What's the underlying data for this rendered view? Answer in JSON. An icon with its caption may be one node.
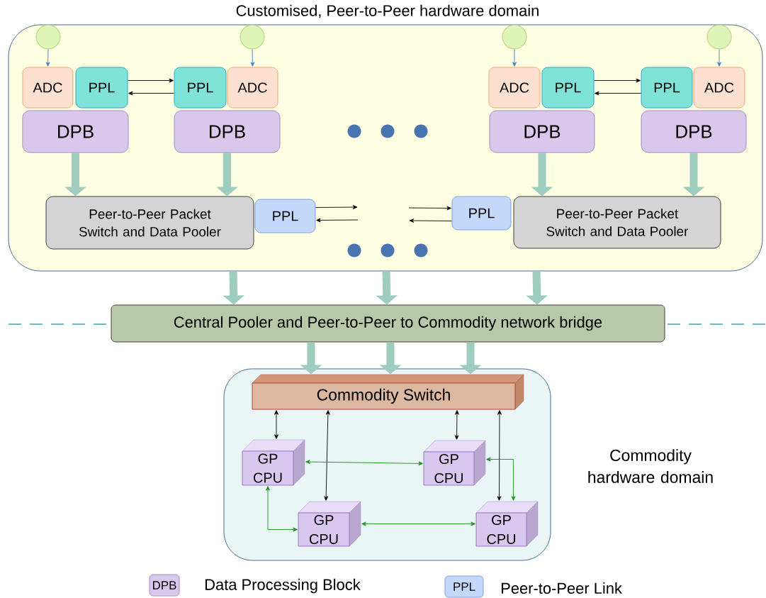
{
  "diagram": {
    "nodes": [
      {
        "text": [
          "Customised, Peer-to-Peer hardware domain"
        ]
      },
      {
        "text": [],
        "shape": "circle",
        "in": 0
      },
      {
        "text": [],
        "shape": "circle",
        "in": 0
      },
      {
        "text": [],
        "shape": "circle",
        "in": 0
      },
      {
        "text": [],
        "shape": "circle",
        "in": 0
      },
      {
        "text": [
          "ADC"
        ],
        "in": 0
      },
      {
        "text": [
          "PPL"
        ],
        "in": 0
      },
      {
        "text": [
          "DPB"
        ],
        "in": 0
      },
      {
        "text": [
          "PPL"
        ],
        "in": 0
      },
      {
        "text": [
          "ADC"
        ],
        "in": 0
      },
      {
        "text": [
          "DPB"
        ],
        "in": 0
      },
      {
        "text": [
          "ADC"
        ],
        "in": 0
      },
      {
        "text": [
          "PPL"
        ],
        "in": 0
      },
      {
        "text": [
          "DPB"
        ],
        "in": 0
      },
      {
        "text": [
          "PPL"
        ],
        "in": 0
      },
      {
        "text": [
          "ADC"
        ],
        "in": 0
      },
      {
        "text": [
          "DPB"
        ],
        "in": 0
      },
      {
        "text": [
          "Peer-to-Peer Packet Switch and Data Pooler"
        ],
        "in": 0
      },
      {
        "text": [
          "PPL"
        ],
        "in": 0
      },
      {
        "text": [
          "PPL"
        ],
        "in": 0
      },
      {
        "text": [
          "Peer-to-Peer Packet Switch and Data Pooler"
        ],
        "in": 0
      },
      {
        "text": [
          "Central Pooler and Peer-to-Peer to Commodity network bridge"
        ]
      },
      {
        "text": [
          "Commodity hardware domain"
        ]
      },
      {
        "text": [
          "Commodity Switch"
        ],
        "in": 22
      },
      {
        "text": [
          "GP CPU"
        ],
        "in": 22
      },
      {
        "text": [
          "GP CPU"
        ],
        "in": 22
      },
      {
        "text": [
          "GP CPU"
        ],
        "in": 22
      },
      {
        "text": [
          "GP CPU"
        ],
        "in": 22
      }
    ],
    "edges": [
      {
        "from": 1,
        "to": 5,
        "arrow": "to",
        "color": "#4a7ebb"
      },
      {
        "from": 2,
        "to": 9,
        "arrow": "to",
        "color": "#4a7ebb"
      },
      {
        "from": 3,
        "to": 11,
        "arrow": "to",
        "color": "#4a7ebb"
      },
      {
        "from": 4,
        "to": 15,
        "arrow": "to",
        "color": "#4a7ebb"
      },
      {
        "from": 6,
        "to": 8,
        "arrow": "to"
      },
      {
        "from": 8,
        "to": 6,
        "arrow": "to"
      },
      {
        "from": 12,
        "to": 14,
        "arrow": "to"
      },
      {
        "from": 14,
        "to": 12,
        "arrow": "to"
      },
      {
        "from": 7,
        "to": 17,
        "arrow": "to",
        "style": "thick",
        "color": "#9ecdc0"
      },
      {
        "from": 10,
        "to": 17,
        "arrow": "to",
        "style": "thick",
        "color": "#9ecdc0"
      },
      {
        "from": 13,
        "to": 20,
        "arrow": "to",
        "style": "thick",
        "color": "#9ecdc0"
      },
      {
        "from": 16,
        "to": 20,
        "arrow": "to",
        "style": "thick",
        "color": "#9ecdc0"
      },
      {
        "from": 18,
        "to": null,
        "arrow": "to"
      },
      {
        "from": null,
        "to": 18,
        "arrow": "to"
      },
      {
        "from": null,
        "to": 19,
        "arrow": "to"
      },
      {
        "from": 19,
        "to": null,
        "arrow": "to"
      },
      {
        "from": 0,
        "to": 21,
        "arrow": "to",
        "style": "thick",
        "color": "#9ecdc0"
      },
      {
        "from": 0,
        "to": 21,
        "arrow": "to",
        "style": "thick",
        "color": "#9ecdc0"
      },
      {
        "from": 0,
        "to": 21,
        "arrow": "to",
        "style": "thick",
        "color": "#9ecdc0"
      },
      {
        "from": 21,
        "to": 23,
        "arrow": "to",
        "style": "thick",
        "color": "#9ecdc0"
      },
      {
        "from": 21,
        "to": 23,
        "arrow": "to",
        "style": "thick",
        "color": "#9ecdc0"
      },
      {
        "from": 21,
        "to": 23,
        "arrow": "to",
        "style": "thick",
        "color": "#9ecdc0"
      },
      {
        "from": 23,
        "to": 24,
        "arrow": "both"
      },
      {
        "from": 23,
        "to": 26,
        "arrow": "both"
      },
      {
        "from": 23,
        "to": 25,
        "arrow": "both"
      },
      {
        "from": 23,
        "to": 27,
        "arrow": "both"
      },
      {
        "from": 24,
        "to": 25,
        "arrow": "both",
        "color": "#1a8c1a"
      },
      {
        "from": 24,
        "to": 26,
        "arrow": "both",
        "color": "#1a8c1a"
      },
      {
        "from": 26,
        "to": 27,
        "arrow": "both",
        "color": "#1a8c1a"
      },
      {
        "from": 25,
        "to": 27,
        "arrow": "both",
        "color": "#1a8c1a"
      }
    ],
    "labels": [
      "DPB",
      "PPL"
    ],
    "legend": [
      {
        "text": "Data Processing Block",
        "color": "#d9c8ec"
      },
      {
        "text": "Peer-to-Peer Link",
        "color": "#c4d8fb"
      }
    ]
  }
}
